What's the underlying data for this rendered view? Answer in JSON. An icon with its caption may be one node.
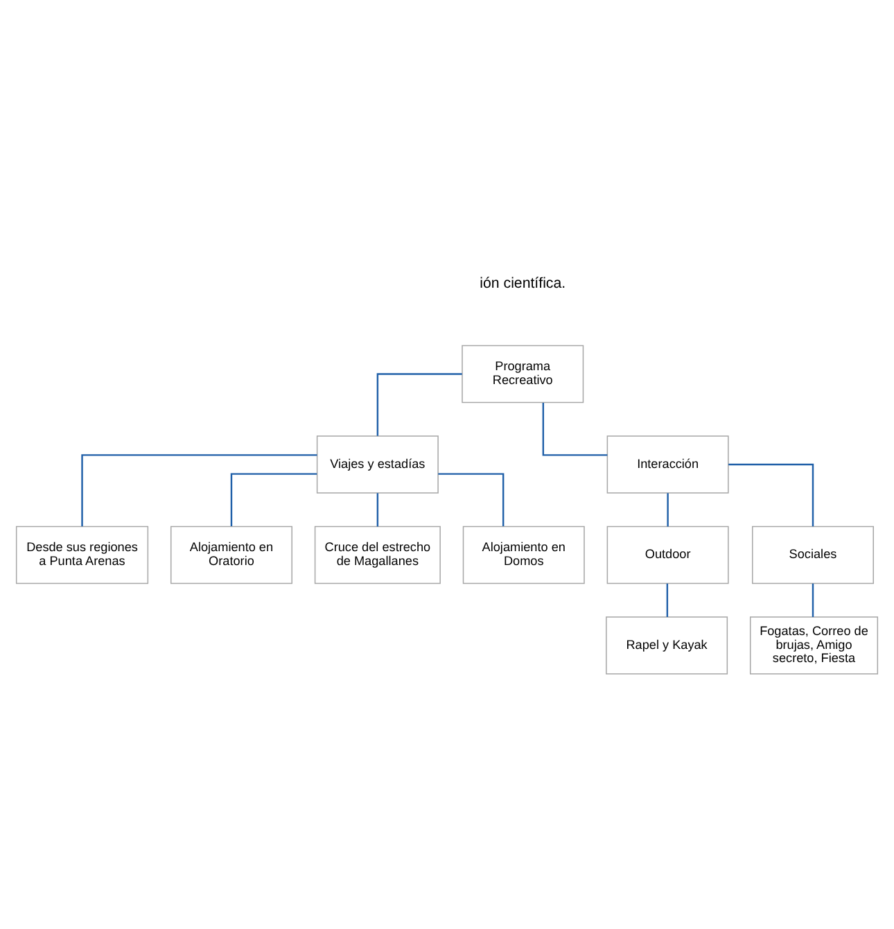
{
  "diagram": {
    "nodes": [
      {
        "text": [
          "Programa Recreativo"
        ]
      },
      {
        "text": [
          "Viajes y estadías"
        ]
      },
      {
        "text": [
          "Interacción"
        ]
      },
      {
        "text": [
          "Desde sus regiones a Punta Arenas"
        ]
      },
      {
        "text": [
          "Alojamiento en Oratorio"
        ]
      },
      {
        "text": [
          "Cruce del estrecho de Magallanes"
        ]
      },
      {
        "text": [
          "Alojamiento en Domos"
        ]
      },
      {
        "text": [
          "Outdoor"
        ]
      },
      {
        "text": [
          "Sociales"
        ]
      },
      {
        "text": [
          "Rapel y Kayak"
        ]
      },
      {
        "text": [
          "Fogatas, Correo de brujas, Amigo secreto, Fiesta"
        ]
      }
    ],
    "edges": [
      {
        "from": 0,
        "to": 1,
        "arrow": "none"
      },
      {
        "from": 0,
        "to": 2,
        "arrow": "none"
      },
      {
        "from": 1,
        "to": 3,
        "arrow": "none"
      },
      {
        "from": 1,
        "to": 4,
        "arrow": "none"
      },
      {
        "from": 1,
        "to": 5,
        "arrow": "none"
      },
      {
        "from": 1,
        "to": 6,
        "arrow": "none"
      },
      {
        "from": 2,
        "to": 7,
        "arrow": "none"
      },
      {
        "from": 2,
        "to": 8,
        "arrow": "none"
      },
      {
        "from": 7,
        "to": 9,
        "arrow": "none"
      },
      {
        "from": 8,
        "to": 10,
        "arrow": "none"
      }
    ],
    "labels": [
      "ión científica."
    ]
  }
}
